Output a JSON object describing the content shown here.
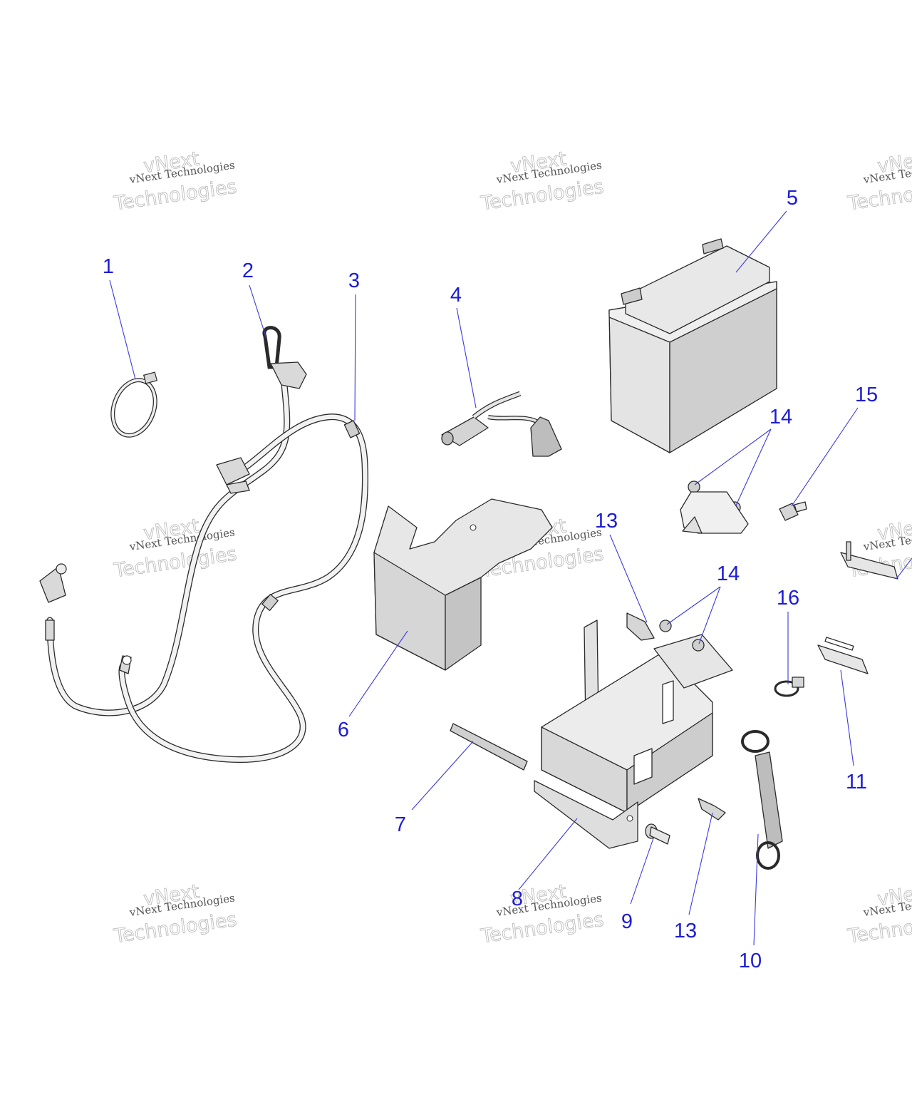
{
  "callouts": {
    "c1": "1",
    "c2": "2",
    "c3": "3",
    "c4": "4",
    "c5": "5",
    "c6": "6",
    "c7": "7",
    "c8": "8",
    "c9": "9",
    "c10": "10",
    "c11": "11",
    "c13a": "13",
    "c13b": "13",
    "c14a": "14",
    "c14b": "14",
    "c15": "15",
    "c16": "16"
  },
  "watermark": {
    "small": "vNext Technologies",
    "big_line1": "vNext",
    "big_line2": "Technologies"
  },
  "colors": {
    "callout": "#1d1dd6",
    "part_fill": "#d9d9d9",
    "part_stroke": "#2a2a2a",
    "watermark": "#bdbdbd"
  }
}
